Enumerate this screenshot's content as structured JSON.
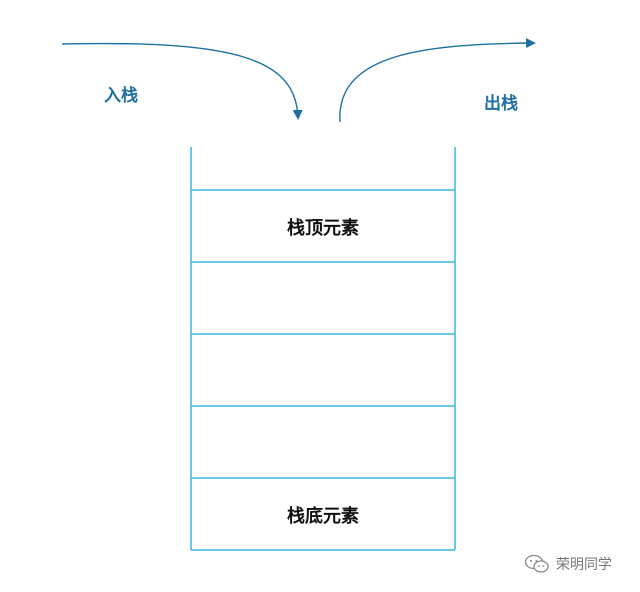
{
  "push_label": "入栈",
  "pop_label": "出栈",
  "stack": {
    "cells": [
      "栈顶元素",
      "",
      "",
      "",
      "栈底元素"
    ]
  },
  "watermark": {
    "text": "荣明同学",
    "icon": "wechat-icon"
  },
  "colors": {
    "stack_border": "#39b5e0",
    "arrow": "#1f6fa3",
    "label": "#1f6fa3"
  }
}
